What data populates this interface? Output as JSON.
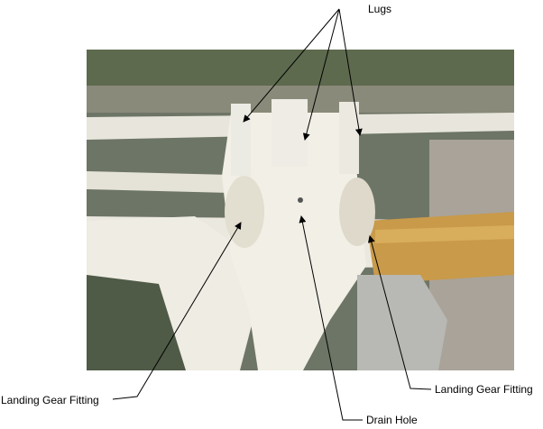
{
  "labels": {
    "lugs": "Lugs",
    "landing_gear_fitting_left": "Landing Gear Fitting",
    "landing_gear_fitting_right": "Landing Gear Fitting",
    "drain_hole": "Drain Hole"
  }
}
